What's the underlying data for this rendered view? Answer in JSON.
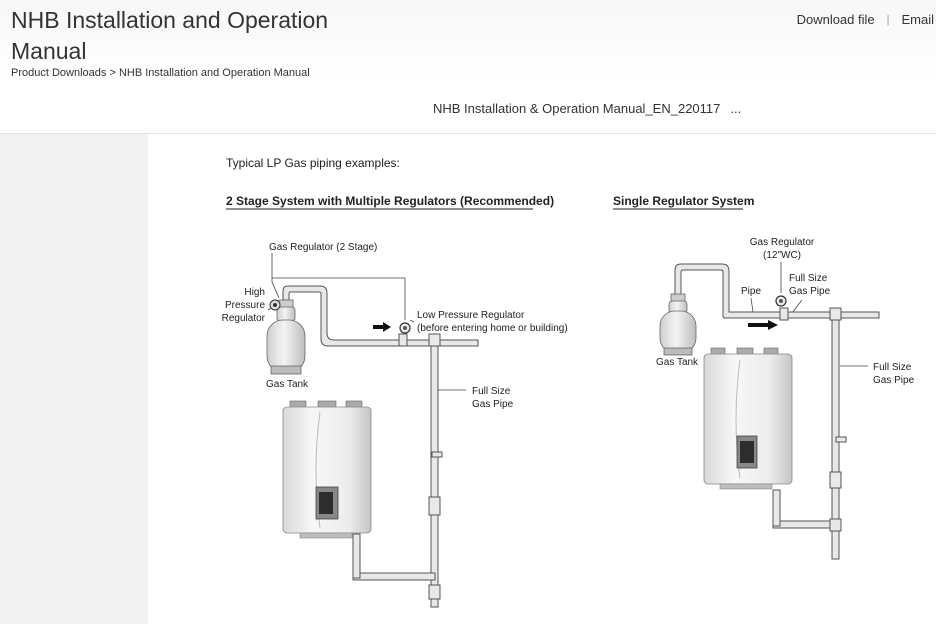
{
  "header": {
    "title": "NHB Installation and Operation Manual",
    "breadcrumb": {
      "home": "Product Downloads",
      "sep": " > ",
      "current": "NHB Installation and Operation Manual"
    },
    "actions": {
      "download": "Download file",
      "divider": "|",
      "email": "Email"
    },
    "file_name": "NHB Installation & Operation Manual_EN_220117",
    "more": "..."
  },
  "document": {
    "intro": "Typical LP Gas piping examples:",
    "left_diagram": {
      "heading": "2 Stage System with Multiple Regulators (Recommended)",
      "regulator_2stage": "Gas Regulator (2 Stage)",
      "high_pressure": [
        "High",
        "Pressure",
        "Regulator"
      ],
      "low_pressure": [
        "Low Pressure Regulator",
        "(before entering home or building)"
      ],
      "full_size": [
        "Full Size",
        "Gas Pipe"
      ],
      "gas_tank": "Gas Tank"
    },
    "right_diagram": {
      "heading": "Single Regulator System",
      "regulator": [
        "Gas Regulator",
        "(12\"WC)"
      ],
      "pipe": "Pipe",
      "full_size_top": [
        "Full Size",
        "Gas Pipe"
      ],
      "full_size_side": [
        "Full Size",
        "Gas Pipe"
      ],
      "gas_tank": "Gas Tank"
    }
  }
}
